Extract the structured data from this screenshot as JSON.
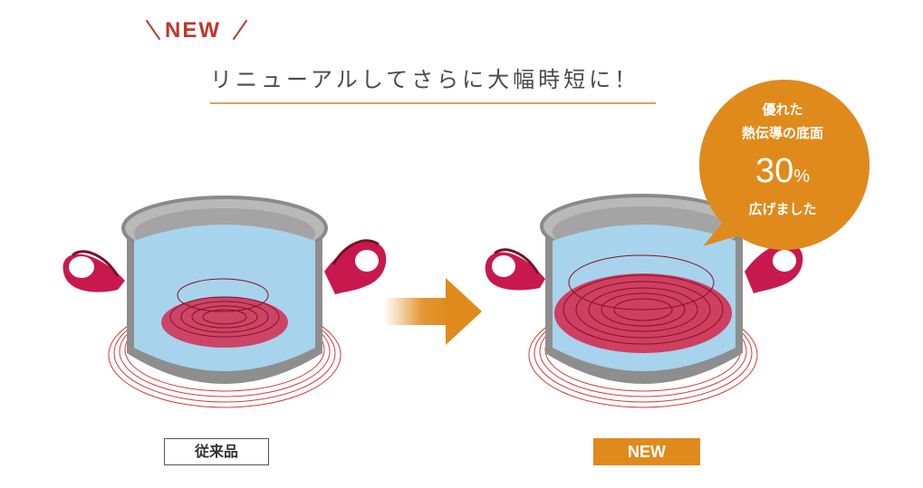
{
  "tag": {
    "text": "NEW"
  },
  "headline": "リニューアルしてさらに大幅時短に！",
  "badge": {
    "line1": "優れた",
    "line2": "熱伝導の底面",
    "number": "30",
    "unit": "%",
    "line3": "広げました"
  },
  "labels": {
    "old": "従来品",
    "new": "NEW"
  },
  "colors": {
    "accent_orange": "#e08a1c",
    "tag_red": "#c0362c",
    "handle_magenta": "#c8194e",
    "pot_grey": "#9a9a9a",
    "water_blue": "#a9d7f2",
    "heat_red": "#d8163a"
  }
}
